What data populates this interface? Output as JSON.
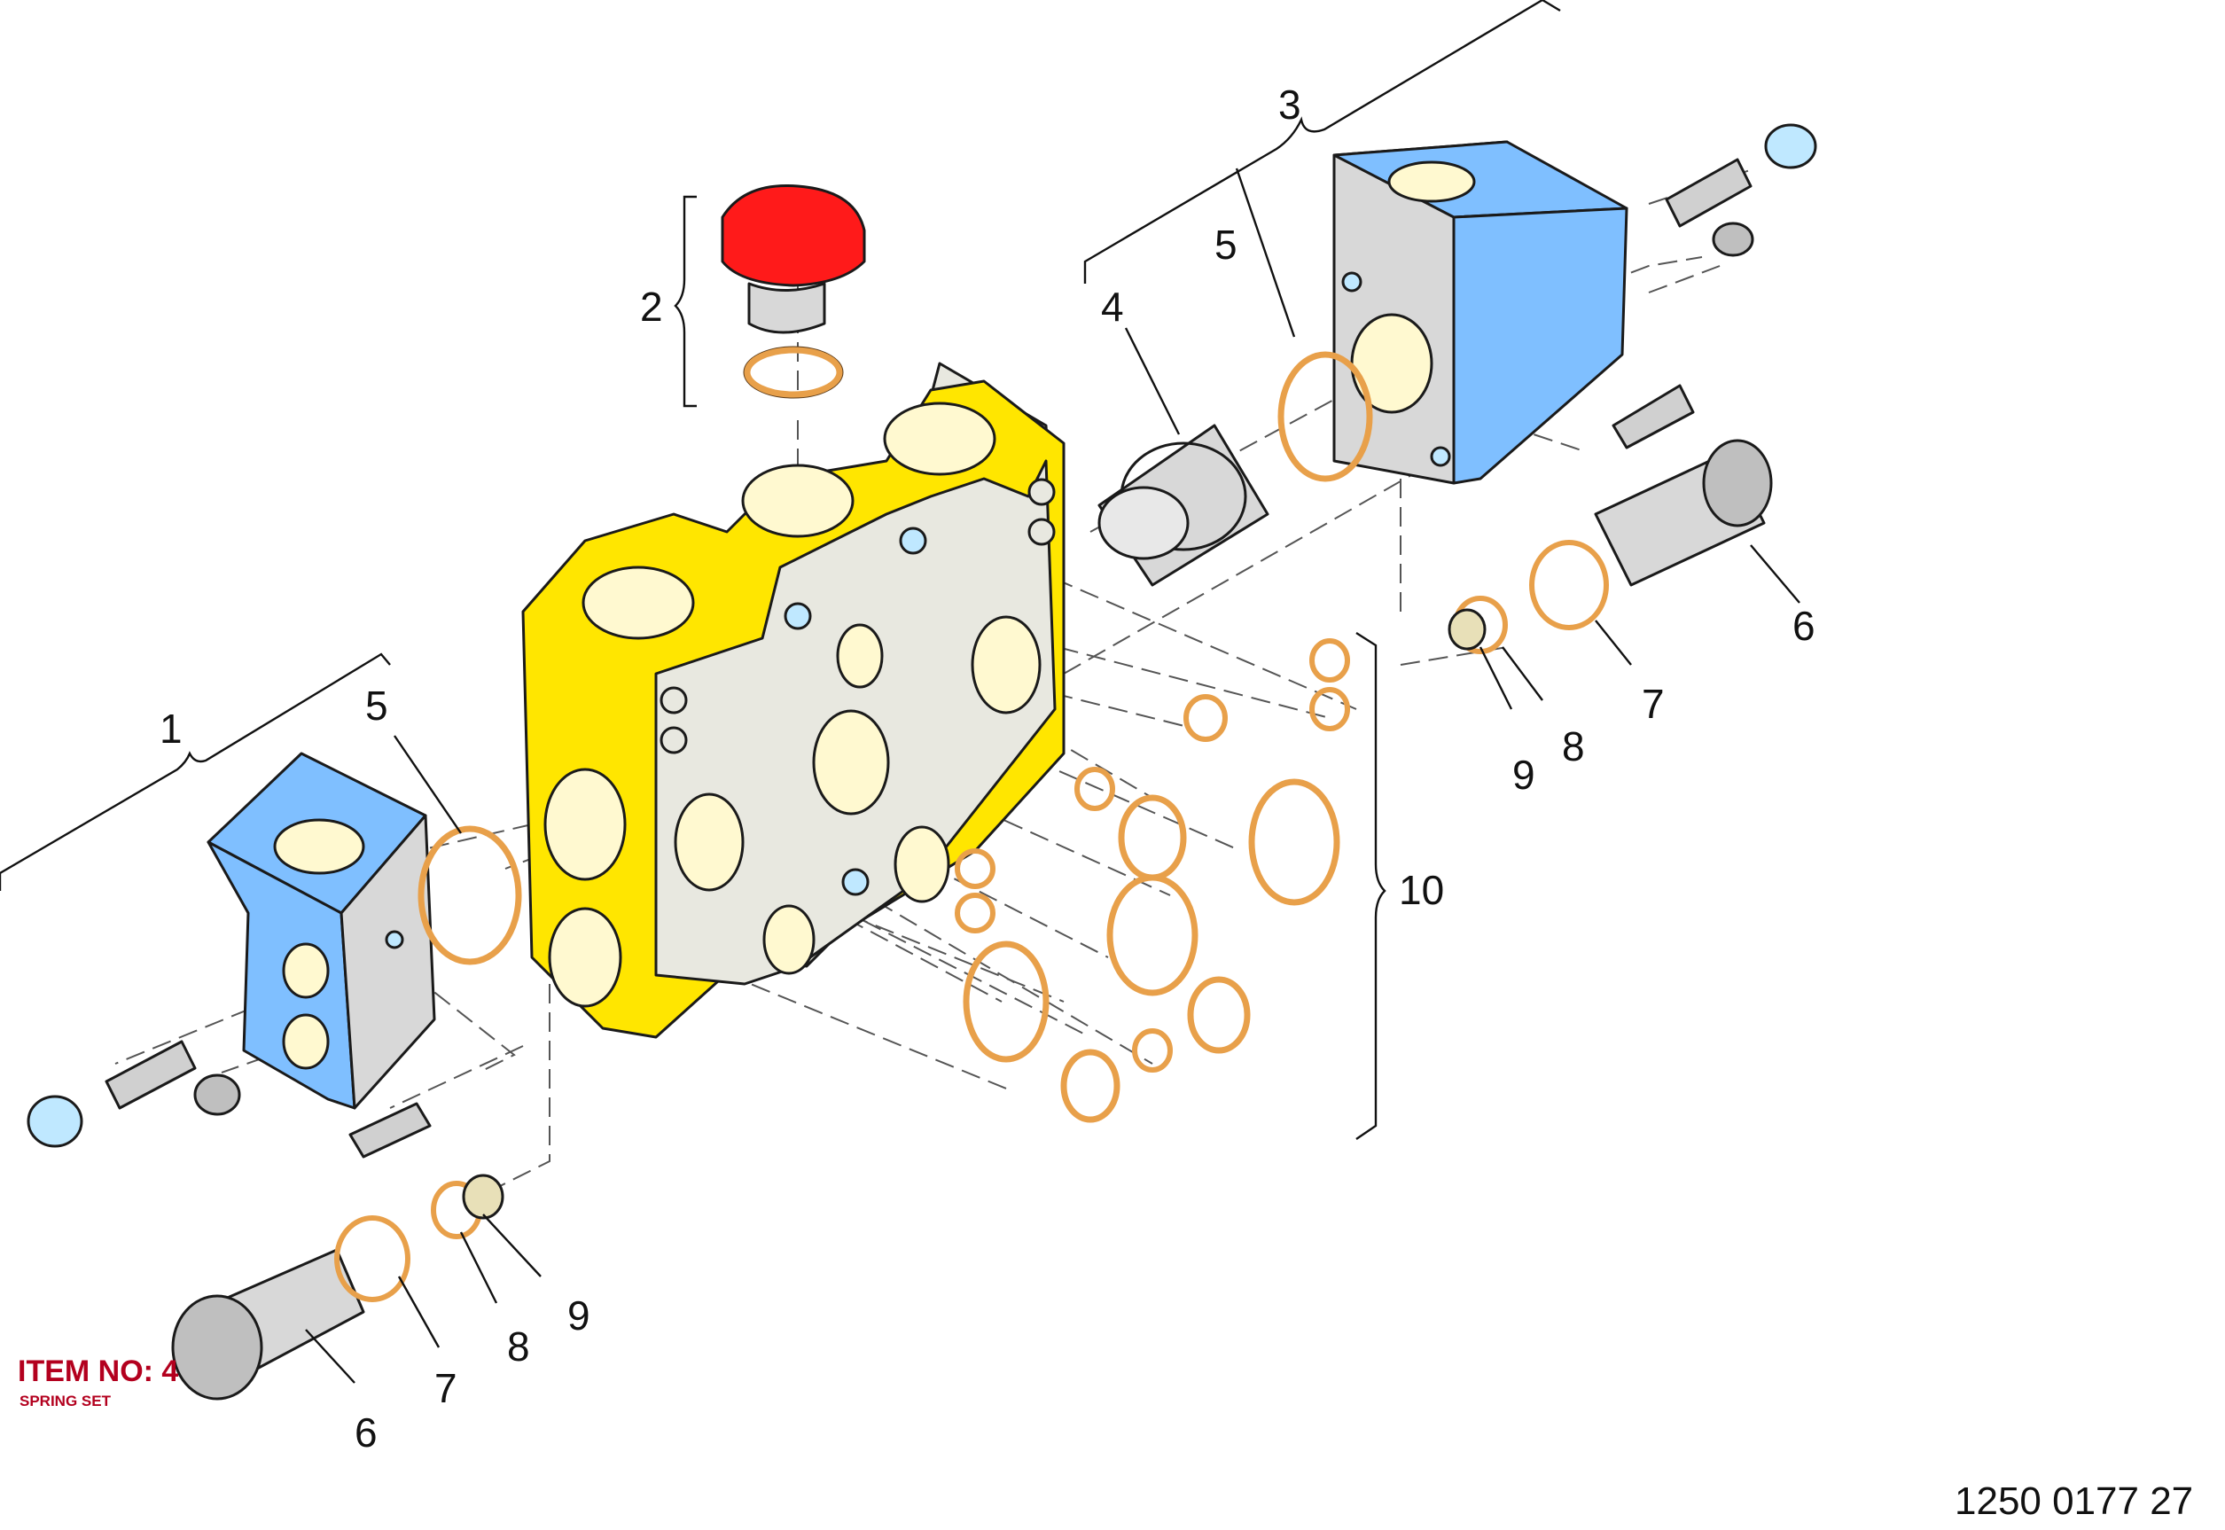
{
  "drawing_number": "1250 0177 27",
  "item_label": {
    "title": "ITEM NO: 4",
    "subtitle": "SPRING SET"
  },
  "callouts": [
    {
      "id": "c1",
      "label": "1"
    },
    {
      "id": "c2",
      "label": "2"
    },
    {
      "id": "c3",
      "label": "3"
    },
    {
      "id": "c4",
      "label": "4"
    },
    {
      "id": "c5a",
      "label": "5"
    },
    {
      "id": "c5b",
      "label": "5"
    },
    {
      "id": "c6a",
      "label": "6"
    },
    {
      "id": "c6b",
      "label": "6"
    },
    {
      "id": "c7a",
      "label": "7"
    },
    {
      "id": "c7b",
      "label": "7"
    },
    {
      "id": "c8a",
      "label": "8"
    },
    {
      "id": "c8b",
      "label": "8"
    },
    {
      "id": "c9a",
      "label": "9"
    },
    {
      "id": "c9b",
      "label": "9"
    },
    {
      "id": "c10",
      "label": "10"
    }
  ],
  "colors": {
    "valve_body": "#ffe600",
    "valve_body_side": "#e8e8e0",
    "end_cover": "#7fbfff",
    "end_cover_side": "#d8d8d8",
    "plug_cap": "#ff1a1a",
    "oring": "#e8a04a",
    "steel": "#d0d0d0"
  }
}
